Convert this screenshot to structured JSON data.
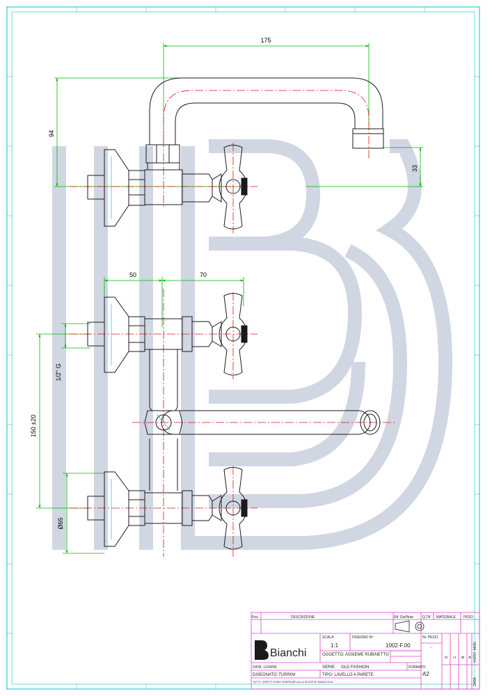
{
  "drawing": {
    "dimensions": {
      "spout_width": "175",
      "spout_height": "94",
      "outlet_offset": "33",
      "inlet_offset": "50",
      "handle_offset": "70",
      "thread": "1/2\" G",
      "center_distance": "150 ±20",
      "flange_diameter": "Ø65"
    }
  },
  "title_block": {
    "header": {
      "pos": "Pos.",
      "descrizione": "DESCRIZIONE",
      "rif": "Rif. Dis/Note",
      "qta": "Q.TA'",
      "materiale": "MATERIALE",
      "peso": "PESO"
    },
    "brand": "Bianchi",
    "scala_label": "SCALA:",
    "scala_value": "1:1",
    "disegno_label": "DISEGNO N°:",
    "disegno_value": "1002-F.00",
    "pezzi_label": "Nr. PEZZI:",
    "pezzi_value": "-",
    "oggetto": "OGGETTO: ASSIEME RUBINETTO",
    "serie_label": "SERIE:",
    "serie_value": "OLD FASHION",
    "tipo": "TIPO: LAVELLO A PARETE",
    "formato_label": "FORMATO",
    "formato_value": "A2",
    "data": "DATA: 11/09/09",
    "disegnato_label": "DISEGNATO:",
    "disegnato_value": "TURRINI",
    "rights": "TUTTI I DIRITTI SONO RISERVATI ALLA SOCIETA' BIANCHI srl.",
    "revisions": [
      "D",
      "C",
      "B",
      "A"
    ],
    "mod_label": "MOD.",
    "visto_label": "VISTO",
    "data_short": "DATA"
  },
  "colors": {
    "outline": "#1a1a1a",
    "dimension": "#00b400",
    "centerline": "#e01010",
    "hidden": "#00aaff",
    "watermark": "#c8d0de",
    "frame": "#00c0c8",
    "title_block": "#e040c8"
  }
}
